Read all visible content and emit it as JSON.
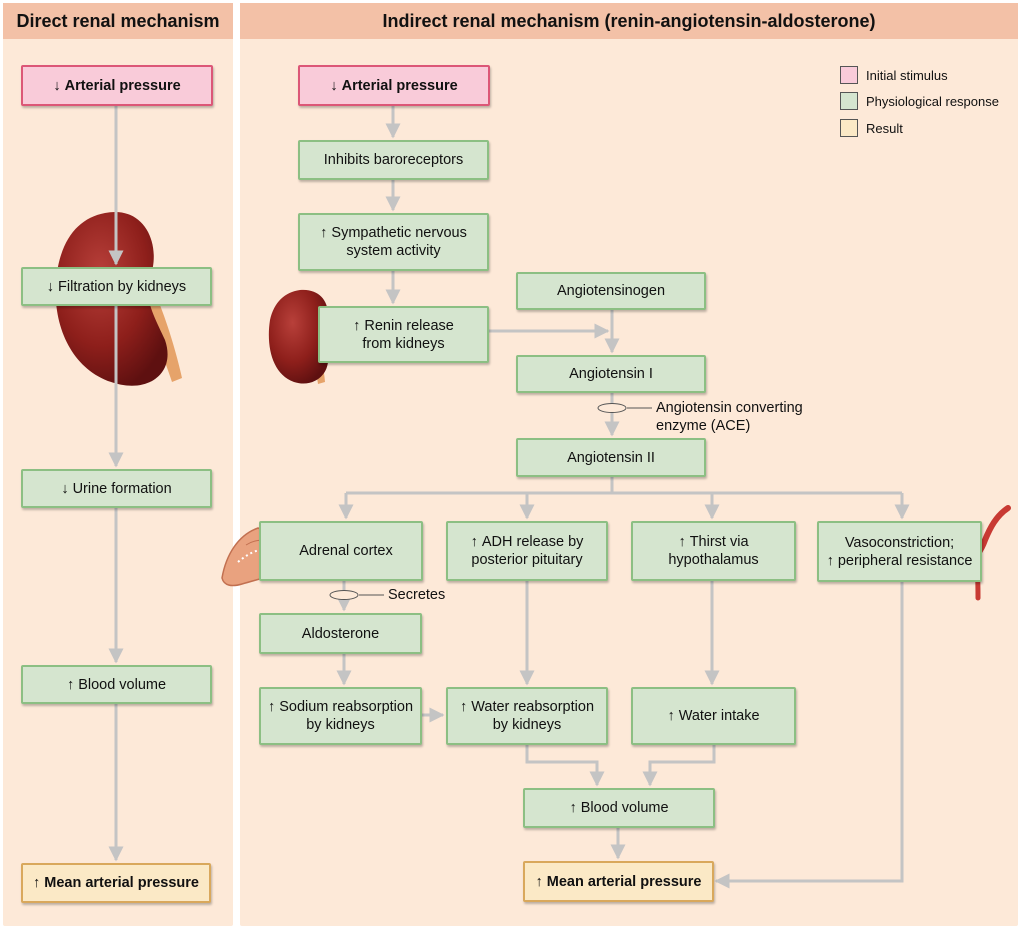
{
  "panels": {
    "direct_title": "Direct renal mechanism",
    "indirect_title": "Indirect renal mechanism (renin-angiotensin-aldosterone)"
  },
  "legend": [
    {
      "label": "Initial stimulus",
      "color": "#f9cbd9"
    },
    {
      "label": "Physiological response",
      "color": "#d5e5cf"
    },
    {
      "label": "Result",
      "color": "#fbe9c6"
    }
  ],
  "direct": {
    "arterial_pressure": {
      "arrow": "↓",
      "text": "Arterial pressure"
    },
    "filtration": {
      "arrow": "↓",
      "text": "Filtration by kidneys"
    },
    "urine": {
      "arrow": "↓",
      "text": "Urine formation"
    },
    "blood_volume": {
      "arrow": "↑",
      "text": "Blood volume"
    },
    "map": {
      "arrow": "↑",
      "text": "Mean arterial pressure"
    }
  },
  "indirect": {
    "arterial_pressure": {
      "arrow": "↓",
      "text": "Arterial pressure"
    },
    "baroreceptors": {
      "text": "Inhibits baroreceptors"
    },
    "sympathetic": {
      "arrow": "↑",
      "text": "Sympathetic nervous system activity"
    },
    "renin": {
      "arrow": "↑",
      "text": "Renin release from kidneys"
    },
    "angiotensinogen": {
      "text": "Angiotensinogen"
    },
    "angiotensin_1": {
      "text": "Angiotensin I"
    },
    "ace_label": "Angiotensin converting enzyme (ACE)",
    "angiotensin_2": {
      "text": "Angiotensin II"
    },
    "adrenal": {
      "text": "Adrenal cortex"
    },
    "adh": {
      "arrow": "↑",
      "text": "ADH release by posterior pituitary"
    },
    "thirst": {
      "arrow": "↑",
      "text": "Thirst via hypothalamus"
    },
    "vaso": {
      "text": "Vasoconstriction;",
      "arrow": "↑",
      "text2": "peripheral resistance"
    },
    "secretes_label": "Secretes",
    "aldosterone": {
      "text": "Aldosterone"
    },
    "sodium": {
      "arrow": "↑",
      "text": "Sodium reabsorption by kidneys"
    },
    "water_reabs": {
      "arrow": "↑",
      "text": "Water reabsorption by kidneys"
    },
    "water_intake": {
      "arrow": "↑",
      "text": "Water intake"
    },
    "blood_volume": {
      "arrow": "↑",
      "text": "Blood volume"
    },
    "map": {
      "arrow": "↑",
      "text": "Mean arterial pressure"
    }
  }
}
